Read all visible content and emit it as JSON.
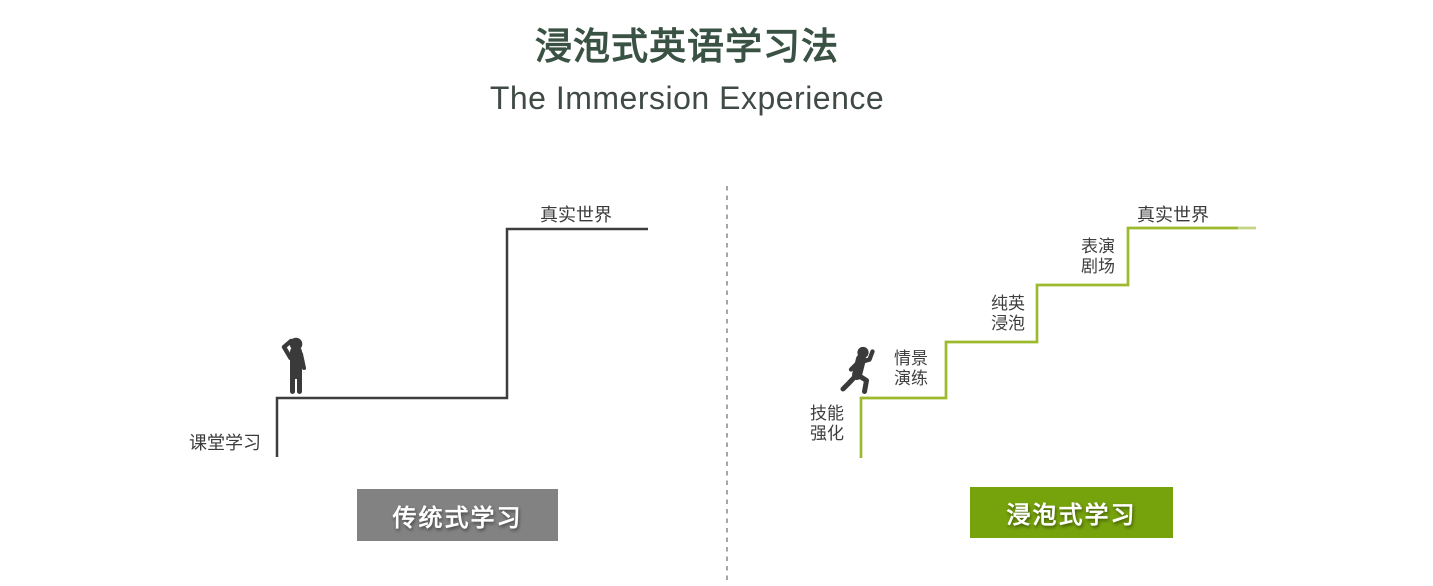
{
  "header": {
    "title_cn": "浸泡式英语学习法",
    "subtitle_en": "The Immersion Experience",
    "title_color": "#3a5244",
    "subtitle_color": "#404b45"
  },
  "divider": {
    "style": "dashed-vertical",
    "color": "#8f8f8f"
  },
  "left_panel": {
    "theme": "traditional",
    "line_color": "#3d3d3d",
    "start_label": "课堂学习",
    "end_label": "真实世界",
    "figure_icon": "confused-person-icon",
    "figure_color": "#3a3a3a",
    "badge_label": "传统式学习",
    "badge_bg": "#828282"
  },
  "right_panel": {
    "theme": "immersion",
    "line_color": "#9cba2e",
    "line_fade_color": "#c5d787",
    "steps": [
      {
        "line1": "技能",
        "line2": "强化"
      },
      {
        "line1": "情景",
        "line2": "演练"
      },
      {
        "line1": "纯英",
        "line2": "浸泡"
      },
      {
        "line1": "表演",
        "line2": "剧场"
      }
    ],
    "end_label": "真实世界",
    "figure_icon": "running-person-icon",
    "figure_color": "#3a3a3a",
    "badge_label": "浸泡式学习",
    "badge_bg": "#76a30c"
  }
}
